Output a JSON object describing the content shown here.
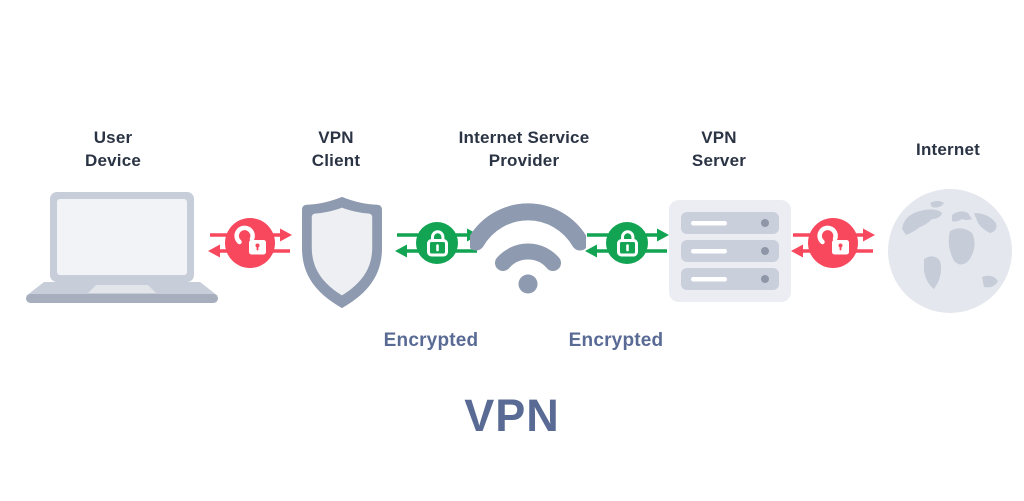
{
  "title": "VPN",
  "nodes": [
    {
      "label": "User Device",
      "icon": "laptop-icon"
    },
    {
      "label": "VPN Client",
      "icon": "shield-icon"
    },
    {
      "label": "Internet Service Provider",
      "icon": "wifi-icon"
    },
    {
      "label": "VPN Server",
      "icon": "server-icon"
    },
    {
      "label": "Internet",
      "icon": "globe-icon"
    }
  ],
  "links": [
    {
      "from": "User Device",
      "to": "VPN Client",
      "state": "unencrypted",
      "icon": "lock-open-icon"
    },
    {
      "from": "VPN Client",
      "to": "Internet Service Provider",
      "state": "encrypted",
      "icon": "lock-closed-icon",
      "label": "Encrypted"
    },
    {
      "from": "Internet Service Provider",
      "to": "VPN Server",
      "state": "encrypted",
      "icon": "lock-closed-icon",
      "label": "Encrypted"
    },
    {
      "from": "VPN Server",
      "to": "Internet",
      "state": "unencrypted",
      "icon": "lock-open-icon"
    }
  ],
  "colors": {
    "unencrypted_accent": "#F8485E",
    "encrypted_accent": "#12A452",
    "icon_gray": "#8E9AAF",
    "light_fill": "#ECEEF3",
    "device_gray": "#C7CDD9",
    "heading_text": "#2B3444",
    "accent_text": "#596B95",
    "background": "#FFFFFF"
  }
}
